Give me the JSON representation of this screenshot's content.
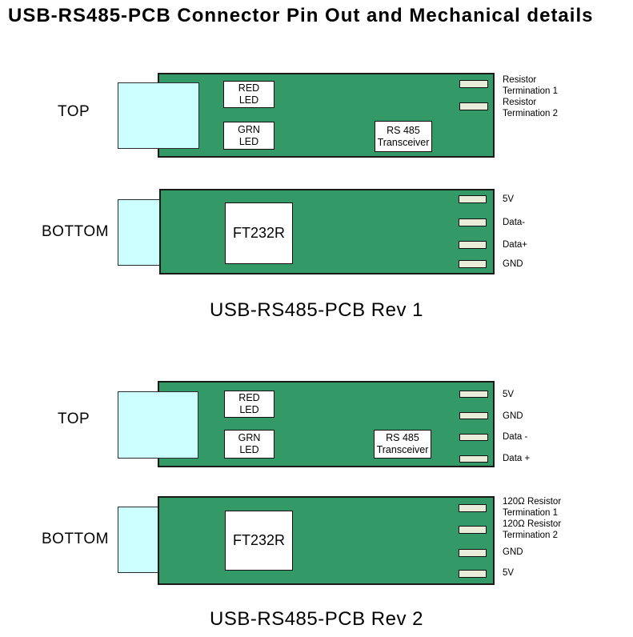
{
  "title": "USB-RS485-PCB Connector Pin Out and Mechanical details",
  "colors": {
    "board_green": "#339966",
    "usb_cyan": "#ccffff",
    "pad_fill": "#e8ecd9",
    "box_fill": "#ffffff",
    "text": "#000000"
  },
  "rev1": {
    "caption": "USB-RS485-PCB Rev 1",
    "top": {
      "view_label": "TOP",
      "red_led_line1": "RED",
      "red_led_line2": "LED",
      "grn_led_line1": "GRN",
      "grn_led_line2": "LED",
      "rs485_line1": "RS 485",
      "rs485_line2": "Transceiver",
      "pad1_line1": "Resistor",
      "pad1_line2": "Termination 1",
      "pad2_line1": "Resistor",
      "pad2_line2": "Termination 2"
    },
    "bottom": {
      "view_label": "BOTTOM",
      "ic_label": "FT232R",
      "pad1": "5V",
      "pad2": "Data-",
      "pad3": "Data+",
      "pad4": "GND"
    }
  },
  "rev2": {
    "caption": "USB-RS485-PCB Rev 2",
    "top": {
      "view_label": "TOP",
      "red_led_line1": "RED",
      "red_led_line2": "LED",
      "grn_led_line1": "GRN",
      "grn_led_line2": "LED",
      "rs485_line1": "RS 485",
      "rs485_line2": "Transceiver",
      "pad1": "5V",
      "pad2": "GND",
      "pad3": "Data -",
      "pad4": "Data +"
    },
    "bottom": {
      "view_label": "BOTTOM",
      "ic_label": "FT232R",
      "pad1_line1": "120Ω Resistor",
      "pad1_line2": "Termination 1",
      "pad2_line1": "120Ω Resistor",
      "pad2_line2": "Termination 2",
      "pad3": "GND",
      "pad4": "5V"
    }
  }
}
